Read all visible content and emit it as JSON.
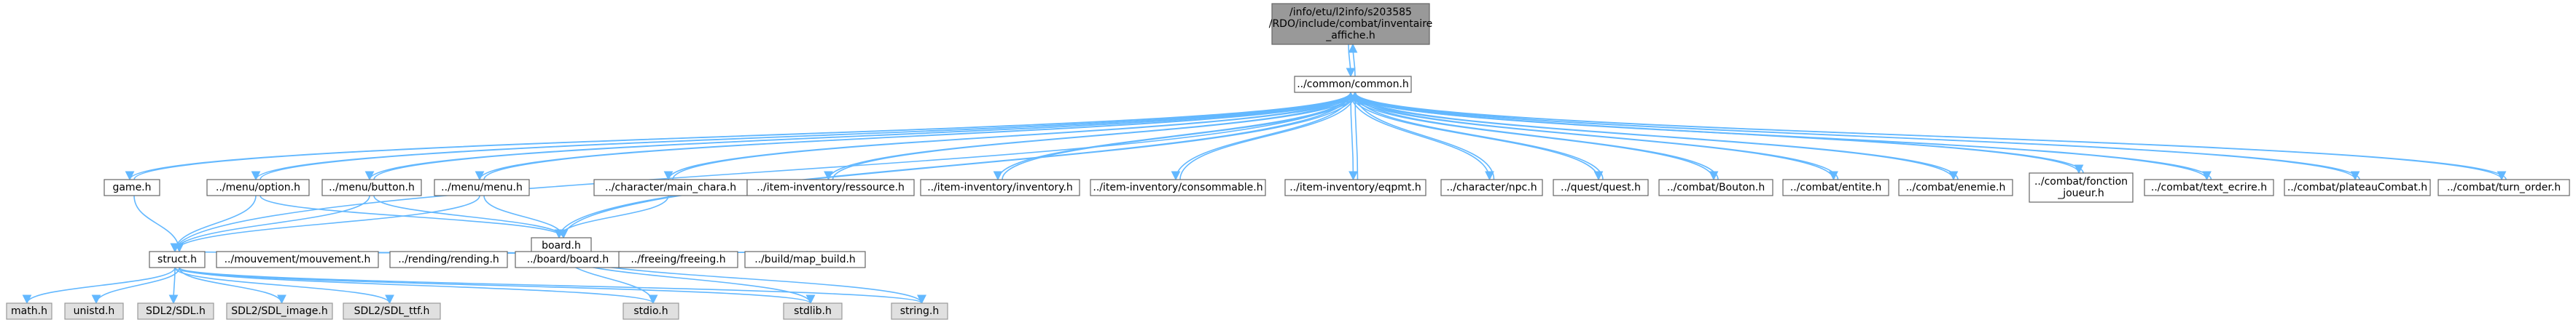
{
  "diagram": {
    "type": "include-dependency-graph",
    "colors": {
      "edge": "#63b8ff",
      "root_fill": "#999999",
      "node_fill": "#ffffff",
      "system_fill": "#e0e0e0",
      "border": "#666666"
    },
    "nodes": [
      {
        "id": "root",
        "kind": "root",
        "lines": [
          "/info/etu/l2info/s203585",
          "/RDO/include/combat/inventaire",
          "_affiche.h"
        ]
      },
      {
        "id": "common",
        "kind": "normal",
        "lines": [
          "../common/common.h"
        ]
      },
      {
        "id": "game",
        "kind": "normal",
        "lines": [
          "game.h"
        ]
      },
      {
        "id": "option",
        "kind": "normal",
        "lines": [
          "../menu/option.h"
        ]
      },
      {
        "id": "button",
        "kind": "normal",
        "lines": [
          "../menu/button.h"
        ]
      },
      {
        "id": "menu",
        "kind": "normal",
        "lines": [
          "../menu/menu.h"
        ]
      },
      {
        "id": "main_chara",
        "kind": "normal",
        "lines": [
          "../character/main_chara.h"
        ]
      },
      {
        "id": "ressource",
        "kind": "normal",
        "lines": [
          "../item-inventory/ressource.h"
        ]
      },
      {
        "id": "inventory",
        "kind": "normal",
        "lines": [
          "../item-inventory/inventory.h"
        ]
      },
      {
        "id": "consommable",
        "kind": "normal",
        "lines": [
          "../item-inventory/consommable.h"
        ]
      },
      {
        "id": "eqpmt",
        "kind": "normal",
        "lines": [
          "../item-inventory/eqpmt.h"
        ]
      },
      {
        "id": "npc",
        "kind": "normal",
        "lines": [
          "../character/npc.h"
        ]
      },
      {
        "id": "quest",
        "kind": "normal",
        "lines": [
          "../quest/quest.h"
        ]
      },
      {
        "id": "bouton",
        "kind": "normal",
        "lines": [
          "../combat/Bouton.h"
        ]
      },
      {
        "id": "entite",
        "kind": "normal",
        "lines": [
          "../combat/entite.h"
        ]
      },
      {
        "id": "enemie",
        "kind": "normal",
        "lines": [
          "../combat/enemie.h"
        ]
      },
      {
        "id": "fonction_joueur",
        "kind": "normal",
        "lines": [
          "../combat/fonction",
          "_joueur.h"
        ]
      },
      {
        "id": "text_ecrire",
        "kind": "normal",
        "lines": [
          "../combat/text_ecrire.h"
        ]
      },
      {
        "id": "plateau",
        "kind": "normal",
        "lines": [
          "../combat/plateauCombat.h"
        ]
      },
      {
        "id": "turn_order",
        "kind": "normal",
        "lines": [
          "../combat/turn_order.h"
        ]
      },
      {
        "id": "board",
        "kind": "normal",
        "lines": [
          "board.h"
        ]
      },
      {
        "id": "struct",
        "kind": "normal",
        "lines": [
          "struct.h"
        ]
      },
      {
        "id": "mouvement",
        "kind": "normal",
        "lines": [
          "../mouvement/mouvement.h"
        ]
      },
      {
        "id": "rending",
        "kind": "normal",
        "lines": [
          "../rending/rending.h"
        ]
      },
      {
        "id": "board_board",
        "kind": "normal",
        "lines": [
          "../board/board.h"
        ]
      },
      {
        "id": "freeing",
        "kind": "normal",
        "lines": [
          "../freeing/freeing.h"
        ]
      },
      {
        "id": "map_build",
        "kind": "normal",
        "lines": [
          "../build/map_build.h"
        ]
      },
      {
        "id": "math",
        "kind": "system",
        "lines": [
          "math.h"
        ]
      },
      {
        "id": "unistd",
        "kind": "system",
        "lines": [
          "unistd.h"
        ]
      },
      {
        "id": "sdl",
        "kind": "system",
        "lines": [
          "SDL2/SDL.h"
        ]
      },
      {
        "id": "sdl_image",
        "kind": "system",
        "lines": [
          "SDL2/SDL_image.h"
        ]
      },
      {
        "id": "sdl_ttf",
        "kind": "system",
        "lines": [
          "SDL2/SDL_ttf.h"
        ]
      },
      {
        "id": "stdio",
        "kind": "system",
        "lines": [
          "stdio.h"
        ]
      },
      {
        "id": "stdlib",
        "kind": "system",
        "lines": [
          "stdlib.h"
        ]
      },
      {
        "id": "string",
        "kind": "system",
        "lines": [
          "string.h"
        ]
      }
    ],
    "edges": [
      [
        "root",
        "common"
      ],
      [
        "common",
        "root"
      ],
      [
        "common",
        "game"
      ],
      [
        "game",
        "common"
      ],
      [
        "common",
        "option"
      ],
      [
        "option",
        "common"
      ],
      [
        "common",
        "button"
      ],
      [
        "button",
        "common"
      ],
      [
        "common",
        "menu"
      ],
      [
        "menu",
        "common"
      ],
      [
        "common",
        "main_chara"
      ],
      [
        "main_chara",
        "common"
      ],
      [
        "common",
        "ressource"
      ],
      [
        "ressource",
        "common"
      ],
      [
        "common",
        "inventory"
      ],
      [
        "inventory",
        "common"
      ],
      [
        "common",
        "consommable"
      ],
      [
        "consommable",
        "common"
      ],
      [
        "common",
        "eqpmt"
      ],
      [
        "eqpmt",
        "common"
      ],
      [
        "common",
        "npc"
      ],
      [
        "npc",
        "common"
      ],
      [
        "common",
        "quest"
      ],
      [
        "quest",
        "common"
      ],
      [
        "common",
        "bouton"
      ],
      [
        "bouton",
        "common"
      ],
      [
        "common",
        "entite"
      ],
      [
        "entite",
        "common"
      ],
      [
        "common",
        "enemie"
      ],
      [
        "enemie",
        "common"
      ],
      [
        "common",
        "fonction_joueur"
      ],
      [
        "fonction_joueur",
        "common"
      ],
      [
        "common",
        "text_ecrire"
      ],
      [
        "text_ecrire",
        "common"
      ],
      [
        "common",
        "plateau"
      ],
      [
        "plateau",
        "common"
      ],
      [
        "common",
        "turn_order"
      ],
      [
        "turn_order",
        "common"
      ],
      [
        "common",
        "board"
      ],
      [
        "board",
        "common"
      ],
      [
        "common",
        "struct"
      ],
      [
        "game",
        "struct"
      ],
      [
        "option",
        "struct"
      ],
      [
        "option",
        "board"
      ],
      [
        "button",
        "struct"
      ],
      [
        "button",
        "board"
      ],
      [
        "menu",
        "struct"
      ],
      [
        "menu",
        "board"
      ],
      [
        "main_chara",
        "board"
      ],
      [
        "board",
        "struct"
      ],
      [
        "struct",
        "board"
      ],
      [
        "board",
        "mouvement"
      ],
      [
        "mouvement",
        "board"
      ],
      [
        "board",
        "rending"
      ],
      [
        "rending",
        "board"
      ],
      [
        "board",
        "board_board"
      ],
      [
        "board_board",
        "board"
      ],
      [
        "board",
        "freeing"
      ],
      [
        "freeing",
        "board"
      ],
      [
        "board",
        "map_build"
      ],
      [
        "map_build",
        "board"
      ],
      [
        "board",
        "stdio"
      ],
      [
        "board",
        "stdlib"
      ],
      [
        "board",
        "string"
      ],
      [
        "struct",
        "math"
      ],
      [
        "struct",
        "unistd"
      ],
      [
        "struct",
        "sdl"
      ],
      [
        "struct",
        "sdl_image"
      ],
      [
        "struct",
        "sdl_ttf"
      ],
      [
        "struct",
        "stdio"
      ],
      [
        "struct",
        "stdlib"
      ],
      [
        "struct",
        "string"
      ]
    ]
  }
}
